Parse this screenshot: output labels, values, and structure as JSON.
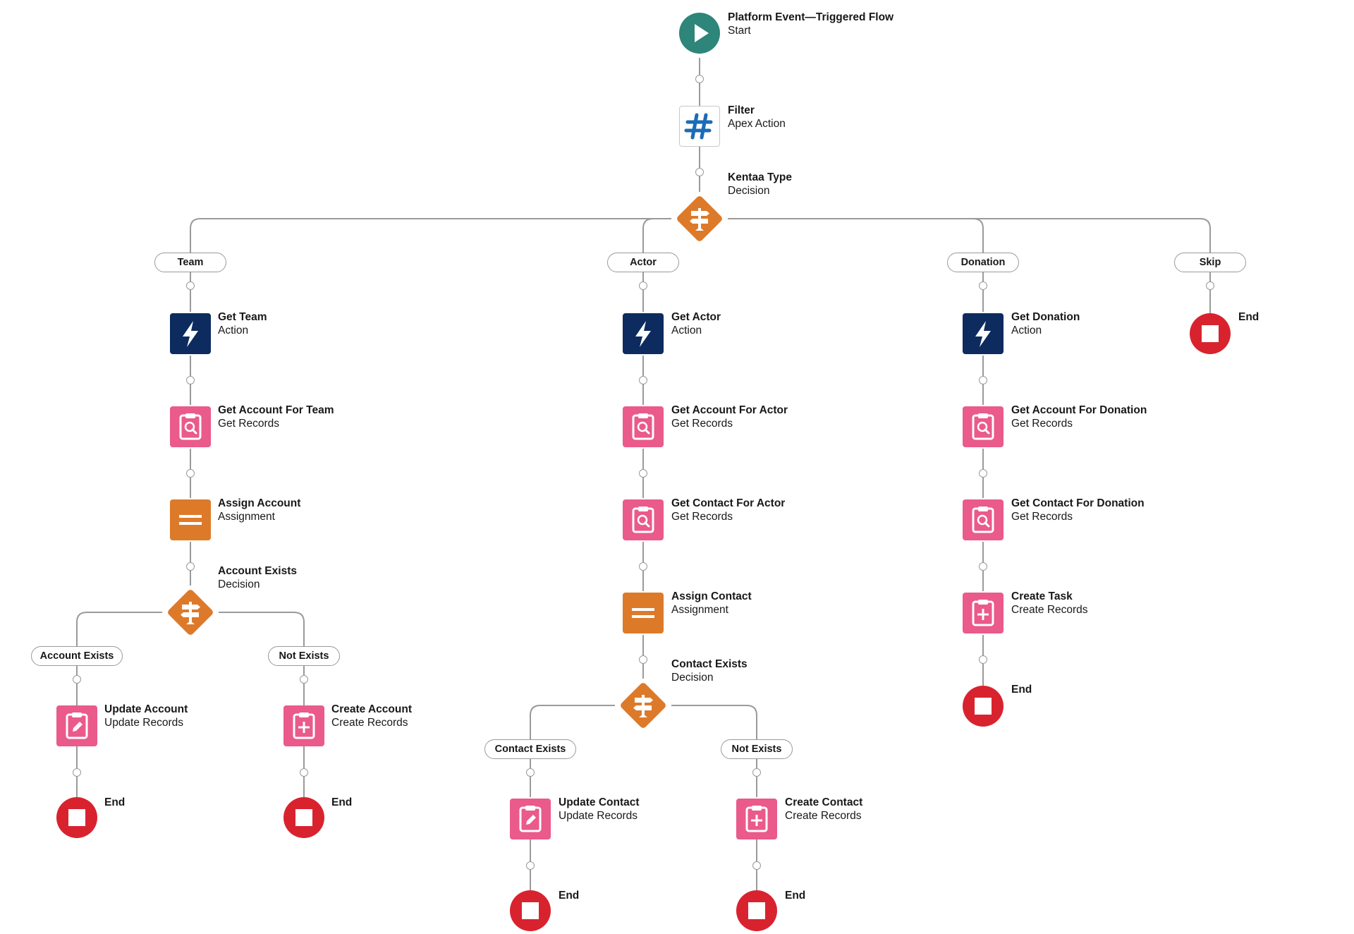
{
  "flow": {
    "start": {
      "title": "Platform Event—Triggered Flow",
      "sub": "Start"
    },
    "filter": {
      "title": "Filter",
      "sub": "Apex Action"
    },
    "kentaa": {
      "title": "Kentaa Type",
      "sub": "Decision"
    },
    "branches": {
      "team": "Team",
      "actor": "Actor",
      "donation": "Donation",
      "skip": "Skip"
    },
    "team": {
      "get_team": {
        "title": "Get Team",
        "sub": "Action"
      },
      "get_account": {
        "title": "Get Account For Team",
        "sub": "Get Records"
      },
      "assign_account": {
        "title": "Assign Account",
        "sub": "Assignment"
      },
      "account_exists": {
        "title": "Account Exists",
        "sub": "Decision"
      },
      "branch_exists": "Account Exists",
      "branch_not": "Not Exists",
      "update_account": {
        "title": "Update Account",
        "sub": "Update Records"
      },
      "create_account": {
        "title": "Create Account",
        "sub": "Create Records"
      },
      "end_a": "End",
      "end_b": "End"
    },
    "actor": {
      "get_actor": {
        "title": "Get Actor",
        "sub": "Action"
      },
      "get_account": {
        "title": "Get Account For Actor",
        "sub": "Get Records"
      },
      "get_contact": {
        "title": "Get Contact For Actor",
        "sub": "Get Records"
      },
      "assign_contact": {
        "title": "Assign Contact",
        "sub": "Assignment"
      },
      "contact_exists": {
        "title": "Contact Exists",
        "sub": "Decision"
      },
      "branch_exists": "Contact Exists",
      "branch_not": "Not Exists",
      "update_contact": {
        "title": "Update Contact",
        "sub": "Update Records"
      },
      "create_contact": {
        "title": "Create Contact",
        "sub": "Create Records"
      },
      "end_a": "End",
      "end_b": "End"
    },
    "donation": {
      "get_donation": {
        "title": "Get Donation",
        "sub": "Action"
      },
      "get_account": {
        "title": "Get Account For Donation",
        "sub": "Get Records"
      },
      "get_contact": {
        "title": "Get Contact For Donation",
        "sub": "Get Records"
      },
      "create_task": {
        "title": "Create Task",
        "sub": "Create Records"
      },
      "end": "End"
    },
    "skip": {
      "end": "End"
    }
  },
  "colors": {
    "start": "#2e8579",
    "apex_border": "#c9c9c9",
    "apex_glyph": "#1b6cb5",
    "decision": "#dd7a2a",
    "assignment": "#dd7a2a",
    "action": "#0d2b5e",
    "records": "#ea5a8a",
    "end": "#d8232f",
    "wire": "#9a9a9a"
  }
}
